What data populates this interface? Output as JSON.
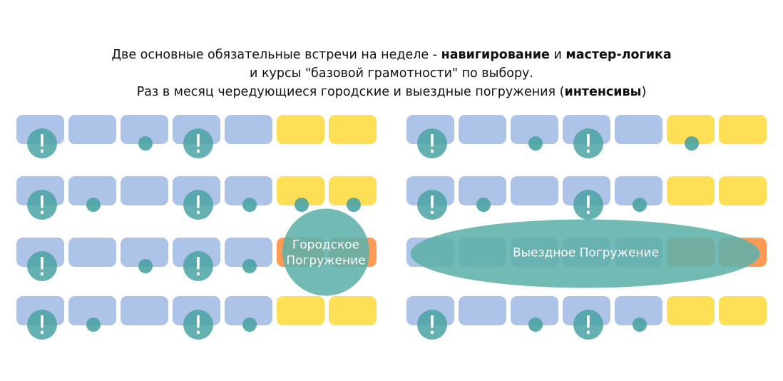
{
  "caption": {
    "line1_pre": "Две основные обязательные встречи на неделе - ",
    "line1_bold1": "навигирование",
    "line1_mid": " и ",
    "line1_bold2": "мастер-логика",
    "line2": "и курсы \"базовой грамотности\" по выбору.",
    "line3_pre": "Раз в месяц чередующиеся городские и выездные погружения (",
    "line3_bold": "интенсивы",
    "line3_post": ")"
  },
  "legend_colors": {
    "weekday": "#aec3e8",
    "weekend": "#ffdf55",
    "immersion_day": "#ff9a55",
    "meeting": "#4aa3a3",
    "immersion": "#5fb0aa"
  },
  "months": [
    {
      "name": "left",
      "weeks": [
        {
          "days": [
            "weekday",
            "weekday",
            "weekday",
            "weekday",
            "weekday",
            "weekend",
            "weekend"
          ],
          "markers": [
            {
              "day": 0,
              "type": "mandatory"
            },
            {
              "day": 2,
              "type": "course"
            },
            {
              "day": 3,
              "type": "mandatory"
            }
          ]
        },
        {
          "days": [
            "weekday",
            "weekday",
            "weekday",
            "weekday",
            "weekday",
            "weekend",
            "weekend"
          ],
          "markers": [
            {
              "day": 0,
              "type": "mandatory"
            },
            {
              "day": 1,
              "type": "course"
            },
            {
              "day": 3,
              "type": "mandatory"
            },
            {
              "day": 4,
              "type": "course"
            },
            {
              "day": 5,
              "type": "course"
            },
            {
              "day": 6,
              "type": "course"
            }
          ]
        },
        {
          "days": [
            "weekday",
            "weekday",
            "weekday",
            "weekday",
            "weekday",
            "immersion",
            "immersion"
          ],
          "markers": [
            {
              "day": 0,
              "type": "mandatory"
            },
            {
              "day": 2,
              "type": "course"
            },
            {
              "day": 3,
              "type": "mandatory"
            },
            {
              "day": 4,
              "type": "course"
            }
          ]
        },
        {
          "days": [
            "weekday",
            "weekday",
            "weekday",
            "weekday",
            "weekday",
            "weekend",
            "weekend"
          ],
          "markers": [
            {
              "day": 0,
              "type": "mandatory"
            },
            {
              "day": 1,
              "type": "course"
            },
            {
              "day": 3,
              "type": "mandatory"
            },
            {
              "day": 4,
              "type": "course"
            }
          ]
        }
      ],
      "immersion": {
        "shape": "circle",
        "week": 2,
        "day_span": [
          5,
          6
        ],
        "label_lines": [
          "Городское",
          "Погружение"
        ]
      }
    },
    {
      "name": "right",
      "weeks": [
        {
          "days": [
            "weekday",
            "weekday",
            "weekday",
            "weekday",
            "weekday",
            "weekend",
            "weekend"
          ],
          "markers": [
            {
              "day": 0,
              "type": "mandatory"
            },
            {
              "day": 2,
              "type": "course"
            },
            {
              "day": 3,
              "type": "mandatory"
            },
            {
              "day": 5,
              "type": "course"
            }
          ]
        },
        {
          "days": [
            "weekday",
            "weekday",
            "weekday",
            "weekday",
            "weekday",
            "weekend",
            "weekend"
          ],
          "markers": [
            {
              "day": 0,
              "type": "mandatory"
            },
            {
              "day": 1,
              "type": "course"
            },
            {
              "day": 3,
              "type": "mandatory"
            },
            {
              "day": 4,
              "type": "course"
            }
          ]
        },
        {
          "days": [
            "weekday",
            "weekday",
            "weekday",
            "weekday",
            "weekday",
            "immersion",
            "immersion"
          ],
          "markers": []
        },
        {
          "days": [
            "weekday",
            "weekday",
            "weekday",
            "weekday",
            "weekday",
            "weekend",
            "weekend"
          ],
          "markers": [
            {
              "day": 0,
              "type": "mandatory"
            },
            {
              "day": 2,
              "type": "course"
            },
            {
              "day": 3,
              "type": "mandatory"
            },
            {
              "day": 4,
              "type": "course"
            }
          ]
        }
      ],
      "immersion": {
        "shape": "ellipse",
        "week": 2,
        "day_span": [
          0,
          6
        ],
        "label_lines": [
          "Выездное Погружение"
        ]
      }
    }
  ],
  "mandatory_symbol": "!"
}
